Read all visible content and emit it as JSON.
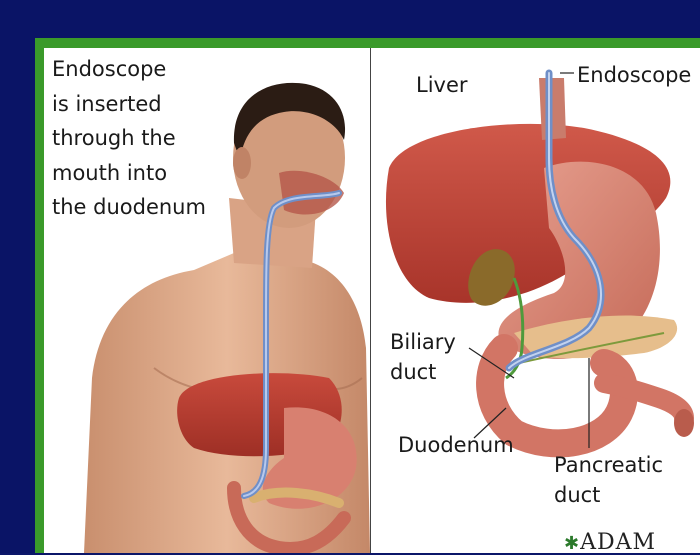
{
  "slide": {
    "background_color": "#0b1669",
    "frame_color": "#3a9a2a"
  },
  "left_panel": {
    "caption_lines": [
      "Endoscope",
      "is inserted",
      "through the",
      "mouth into",
      "the duodenum"
    ]
  },
  "right_panel": {
    "labels": {
      "liver": "Liver",
      "endoscope": "Endoscope",
      "biliary_duct_line1": "Biliary",
      "biliary_duct_line2": "duct",
      "duodenum": "Duodenum",
      "pancreatic_duct_line1": "Pancreatic",
      "pancreatic_duct_line2": "duct"
    },
    "logo_text": "ADAM"
  }
}
